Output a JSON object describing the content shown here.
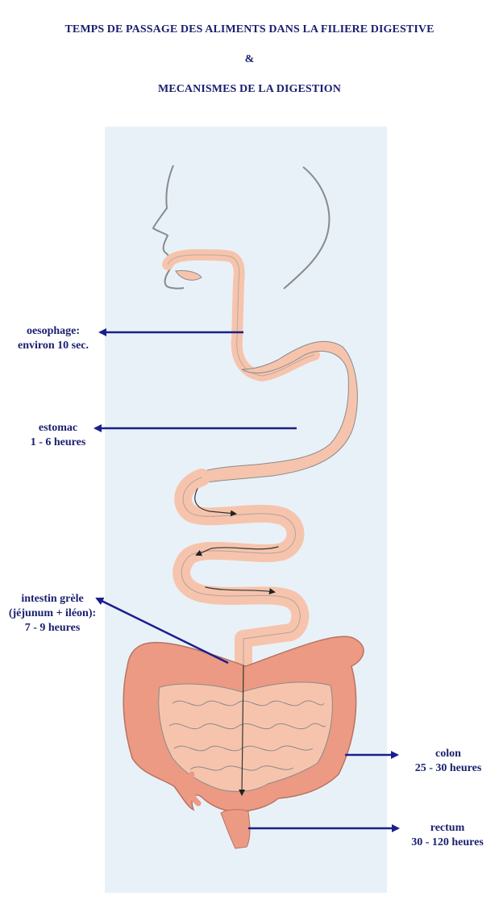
{
  "header": {
    "title_line1": "TEMPS DE PASSAGE DES ALIMENTS DANS LA FILIERE DIGESTIVE",
    "title_line2": "&",
    "title_line3": "MECANISMES DE LA DIGESTION"
  },
  "labels": {
    "oesophage": {
      "name": "oesophage:",
      "time": "environ 10 sec."
    },
    "estomac": {
      "name": "estomac",
      "time": "1 - 6 heures"
    },
    "intestin": {
      "name": "intestin grèle",
      "detail": "(jéjunum + iléon):",
      "time": "7 - 9 heures"
    },
    "colon": {
      "name": "colon",
      "time": "25 - 30 heures"
    },
    "rectum": {
      "name": "rectum",
      "time": "30 - 120 heures"
    }
  },
  "colors": {
    "text": "#1a1f6e",
    "panel_background": "#e9f1f8",
    "digestive_tract": "#f6c4ad",
    "colon": "#ec9a83",
    "outline": "#8a8a8a",
    "arrow": "#1a1f8c"
  }
}
